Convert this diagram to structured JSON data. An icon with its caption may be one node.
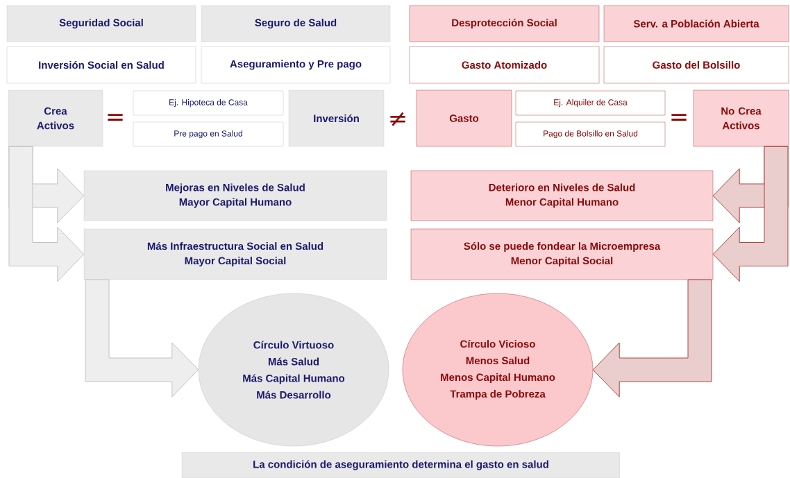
{
  "diagram": {
    "nodes": [
      {
        "text": [
          "Seguridad Social"
        ]
      },
      {
        "text": [
          "Seguro de Salud"
        ]
      },
      {
        "text": [
          "Desprotección Social"
        ]
      },
      {
        "text": [
          "Serv. a Población Abierta"
        ]
      },
      {
        "text": [
          "Inversión Social en Salud"
        ]
      },
      {
        "text": [
          "Aseguramiento y Pre pago"
        ]
      },
      {
        "text": [
          "Gasto Atomizado"
        ]
      },
      {
        "text": [
          "Gasto del Bolsillo"
        ]
      },
      {
        "text": [
          "Crea Activos"
        ]
      },
      {
        "text": [
          "Ej. Hipoteca de Casa"
        ]
      },
      {
        "text": [
          "Pre pago en Salud"
        ]
      },
      {
        "text": [
          "Inversión"
        ]
      },
      {
        "text": [
          "Gasto"
        ]
      },
      {
        "text": [
          "Ej. Alquiler de Casa"
        ]
      },
      {
        "text": [
          "Pago de Bolsillo en Salud"
        ]
      },
      {
        "text": [
          "No Crea Activos"
        ]
      },
      {
        "text": [
          "Mejoras en Niveles de Salud",
          "Mayor Capital Humano"
        ]
      },
      {
        "text": [
          "Más Infraestructura Social en Salud",
          "Mayor Capital Social"
        ]
      },
      {
        "text": [
          "Deterioro en Niveles de Salud",
          "Menor Capital Humano"
        ]
      },
      {
        "text": [
          "Sólo se puede fondear la Microempresa",
          "Menor Capital Social"
        ]
      },
      {
        "text": [
          "Círculo Virtuoso",
          "Más Salud",
          "Más Capital Humano",
          "Más Desarrollo"
        ]
      },
      {
        "text": [
          "Círculo Vicioso",
          "Menos Salud",
          "Menos Capital Humano",
          "Trampa de Pobreza"
        ]
      },
      {
        "text": [
          "La condición de aseguramiento determina el gasto en salud"
        ]
      }
    ],
    "edges": [
      {
        "from": 8,
        "to": 16,
        "arrow": "to"
      },
      {
        "from": 8,
        "to": 17,
        "arrow": "to"
      },
      {
        "from": 17,
        "to": 20,
        "arrow": "to"
      },
      {
        "from": 15,
        "to": 18,
        "arrow": "to",
        "color": "#a01c1c"
      },
      {
        "from": 15,
        "to": 19,
        "arrow": "to",
        "color": "#a01c1c"
      },
      {
        "from": 19,
        "to": 21,
        "arrow": "to",
        "color": "#a01c1c"
      }
    ],
    "labels": [
      "=",
      "≠",
      "="
    ]
  }
}
